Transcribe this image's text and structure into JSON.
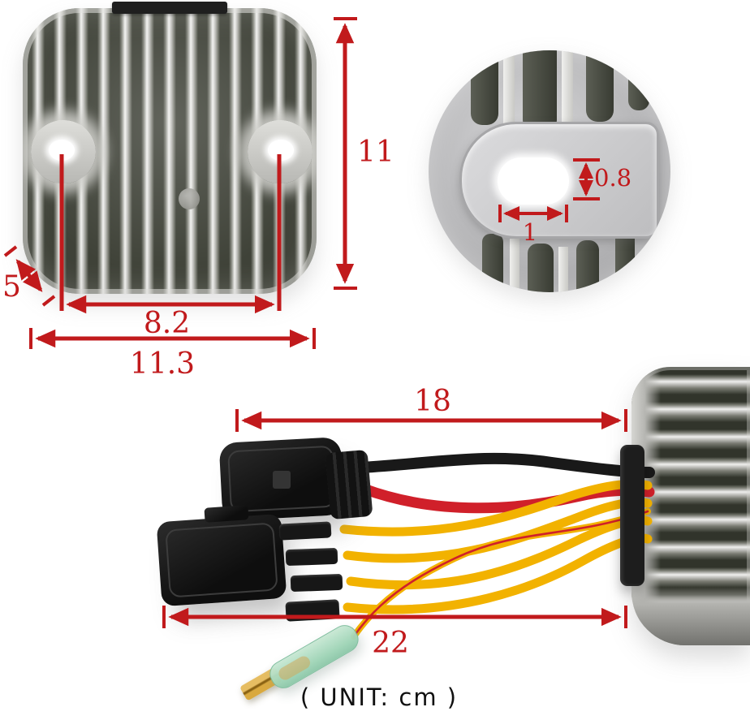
{
  "unit_label": "( UNIT: cm )",
  "top_view": {
    "height_cm": "11",
    "hole_spacing_cm": "8.2",
    "overall_width_cm": "11.3",
    "corner_depth_cm": "5"
  },
  "hole_detail": {
    "hole_height_cm": "0.8",
    "hole_width_cm": "1"
  },
  "harness": {
    "plug_to_regulator_cm": "18",
    "overall_length_cm": "22"
  },
  "colors": {
    "dimension_red": "#c11a1c",
    "wire_yellow": "#f2b200",
    "wire_red": "#d0202a",
    "wire_black": "#191919",
    "connector_black": "#141414",
    "bullet_sleeve_green": "#a9dcc2",
    "terminal_gold": "#c8963a",
    "heatsink_silver": "#c2c2be",
    "unit_text_black": "#101010"
  }
}
